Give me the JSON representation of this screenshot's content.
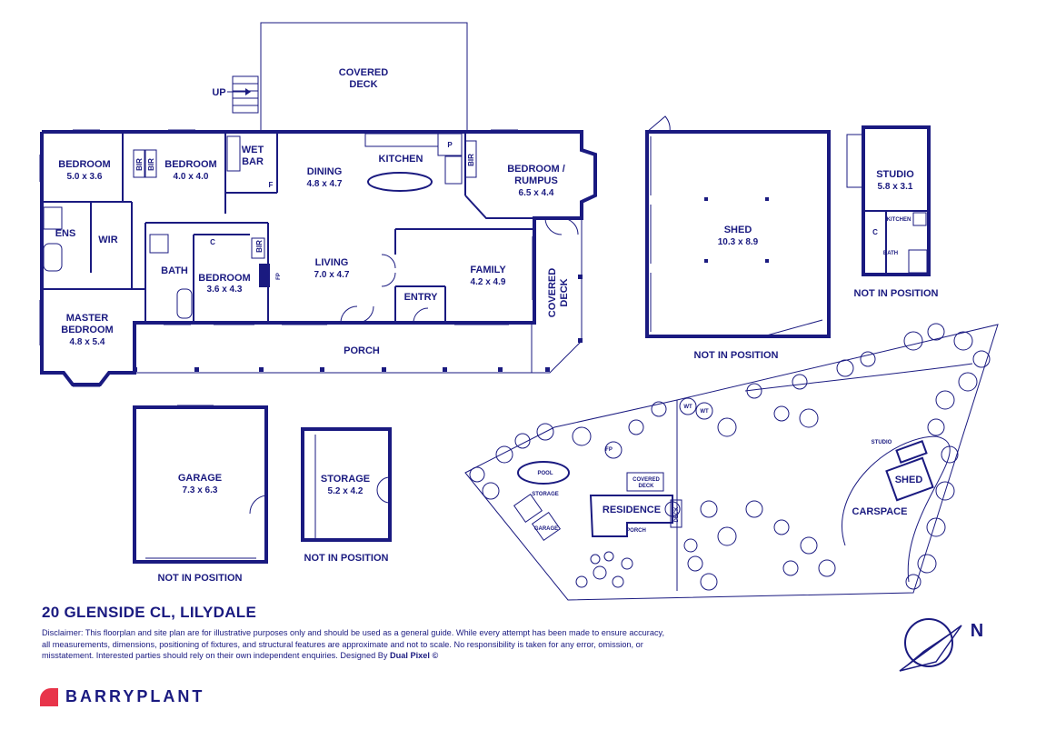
{
  "address": "20 GLENSIDE CL, LILYDALE",
  "disclaimer": {
    "text": "Disclaimer: This floorplan and site plan are for illustrative purposes only and should be used as a general guide. While every attempt has been made to ensure accuracy, all measurements, dimensions, positioning of fixtures, and structural features are approximate and not to scale. No responsibility is taken for any error, omission, or misstatement. Interested parties should rely on their own independent enquiries. Designed By ",
    "designer": "Dual Pixel ©"
  },
  "brand": {
    "name": "BARRYPLANT",
    "color": "#e8344a"
  },
  "colors": {
    "ink": "#1a1a80"
  },
  "rooms": {
    "covered_deck_top": [
      "COVERED",
      "DECK"
    ],
    "up": "UP",
    "bedroom1": {
      "name": "BEDROOM",
      "dim": "5.0 x 3.6"
    },
    "bedroom2": {
      "name": "BEDROOM",
      "dim": "4.0 x 4.0"
    },
    "bir": "BIR",
    "wet_bar": [
      "WET",
      "BAR"
    ],
    "f": "F",
    "p": "P",
    "dining": {
      "name": "DINING",
      "dim": "4.8 x 4.7"
    },
    "kitchen": "KITCHEN",
    "bedroom_rumpus": {
      "name": [
        "BEDROOM /",
        "RUMPUS"
      ],
      "dim": "6.5 x 4.4"
    },
    "ens": "ENS",
    "wir": "WIR",
    "c": "C",
    "bath": "BATH",
    "bedroom3": {
      "name": "BEDROOM",
      "dim": "3.6 x 4.3"
    },
    "fp": "FP",
    "living": {
      "name": "LIVING",
      "dim": "7.0 x 4.7"
    },
    "family": {
      "name": "FAMILY",
      "dim": "4.2 x 4.9"
    },
    "entry": "ENTRY",
    "covered_deck_side": [
      "COVERED",
      "DECK"
    ],
    "master": {
      "name": [
        "MASTER",
        "BEDROOM"
      ],
      "dim": "4.8 x 5.4"
    },
    "porch": "PORCH"
  },
  "outbuildings": {
    "shed": {
      "name": "SHED",
      "dim": "10.3 x 8.9",
      "note": "NOT IN POSITION"
    },
    "studio": {
      "name": "STUDIO",
      "dim": "5.8 x 3.1",
      "kitchen": "KITCHEN",
      "c": "C",
      "bath": "BATH",
      "note": "NOT IN POSITION"
    },
    "garage": {
      "name": "GARAGE",
      "dim": "7.3 x 6.3",
      "note": "NOT IN POSITION"
    },
    "storage": {
      "name": "STORAGE",
      "dim": "5.2 x 4.2",
      "note": "NOT IN POSITION"
    }
  },
  "siteplan": {
    "residence": "RESIDENCE",
    "covered_deck": [
      "COVERED",
      "DECK"
    ],
    "porch": "PORCH",
    "deck": "DECK",
    "storage": "STORAGE",
    "garage": "GARAGE",
    "pool": "POOL",
    "fp": "FP",
    "wt": "WT",
    "studio": "STUDIO",
    "shed": "SHED",
    "carspace": "CARSPACE"
  },
  "compass": {
    "north": "N"
  }
}
